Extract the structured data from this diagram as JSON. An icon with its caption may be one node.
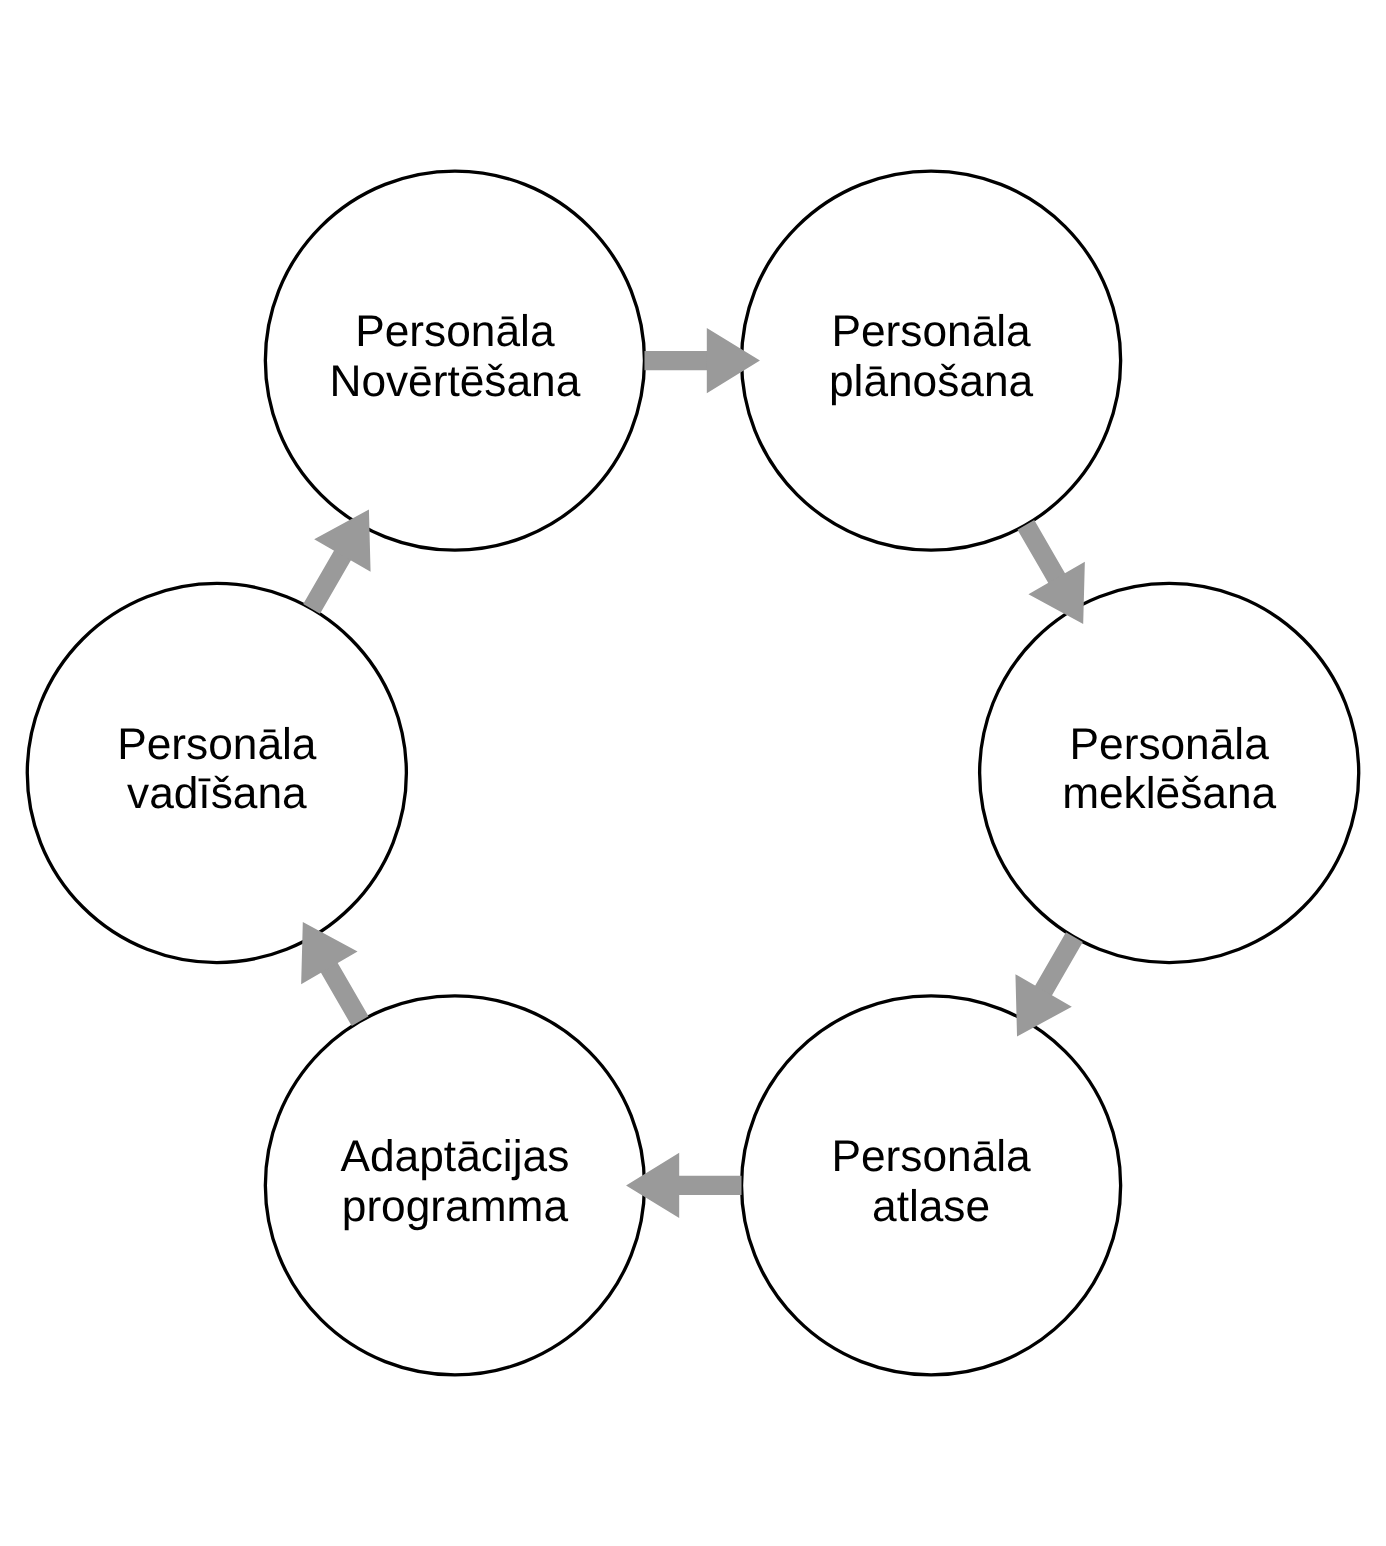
{
  "diagram": {
    "nodes": [
      {
        "text": [
          "Personāla atlase"
        ]
      },
      {
        "text": [
          "Adaptācijas programma"
        ]
      },
      {
        "text": [
          "Personāla vadīšana"
        ]
      },
      {
        "text": [
          "Personāla Novērtēšana"
        ]
      },
      {
        "text": [
          "Personāla plānošana"
        ]
      },
      {
        "text": [
          "Personāla meklēšana"
        ]
      }
    ],
    "edges": [
      {
        "from": 5,
        "to": 0,
        "arrow": "to"
      },
      {
        "from": 0,
        "to": 1,
        "arrow": "to"
      },
      {
        "from": 1,
        "to": 2,
        "arrow": "to"
      },
      {
        "from": 2,
        "to": 3,
        "arrow": "to"
      },
      {
        "from": 3,
        "to": 4,
        "arrow": "to"
      },
      {
        "from": 4,
        "to": 5,
        "arrow": "to"
      }
    ]
  }
}
